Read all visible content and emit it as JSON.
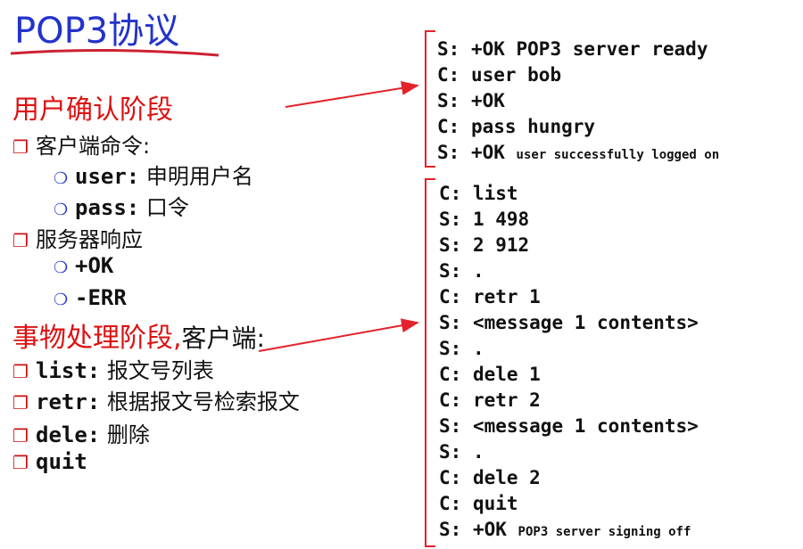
{
  "title": "POP3协议",
  "auth_heading": "用户确认阶段",
  "client_cmds_label": "客户端命令:",
  "user_cmd": "user:",
  "user_desc": "申明用户名",
  "pass_cmd": "pass:",
  "pass_desc": "口令",
  "server_resp_label": "服务器响应",
  "ok_resp": "+OK",
  "err_resp": "-ERR",
  "trans_heading": "事物处理阶段,",
  "trans_heading_suffix": "客户端:",
  "list_cmd": "list:",
  "list_desc": "报文号列表",
  "retr_cmd": "retr:",
  "retr_desc": "根据报文号检索报文",
  "dele_cmd": "dele:",
  "dele_desc": "删除",
  "quit_cmd": "quit",
  "auth_session": [
    {
      "who": "S:",
      "text": "+OK POP3 server ready",
      "small": ""
    },
    {
      "who": "C:",
      "text": "user bob",
      "small": ""
    },
    {
      "who": "S:",
      "text": "+OK",
      "small": ""
    },
    {
      "who": "C:",
      "text": "pass hungry",
      "small": ""
    },
    {
      "who": "S:",
      "text": "+OK",
      "small": "user successfully logged on"
    }
  ],
  "trans_session": [
    {
      "who": "C:",
      "text": "list",
      "small": ""
    },
    {
      "who": "S:",
      "text": "1 498",
      "small": ""
    },
    {
      "who": "S:",
      "text": "2 912",
      "small": ""
    },
    {
      "who": "S:",
      "text": ".",
      "small": ""
    },
    {
      "who": "C:",
      "text": "retr 1",
      "small": ""
    },
    {
      "who": "S:",
      "text": "<message 1 contents>",
      "small": ""
    },
    {
      "who": "S:",
      "text": ".",
      "small": ""
    },
    {
      "who": "C:",
      "text": "dele 1",
      "small": ""
    },
    {
      "who": "C:",
      "text": "retr 2",
      "small": ""
    },
    {
      "who": "S:",
      "text": "<message 1 contents>",
      "small": ""
    },
    {
      "who": "S:",
      "text": ".",
      "small": ""
    },
    {
      "who": "C:",
      "text": "dele 2",
      "small": ""
    },
    {
      "who": "C:",
      "text": "quit",
      "small": ""
    },
    {
      "who": "S:",
      "text": "+OK",
      "small": "POP3 server signing off"
    }
  ],
  "colors": {
    "title": "#2233cc",
    "heading": "#dd1111",
    "bracket": "#e3232b",
    "arrow": "#e3232b"
  }
}
